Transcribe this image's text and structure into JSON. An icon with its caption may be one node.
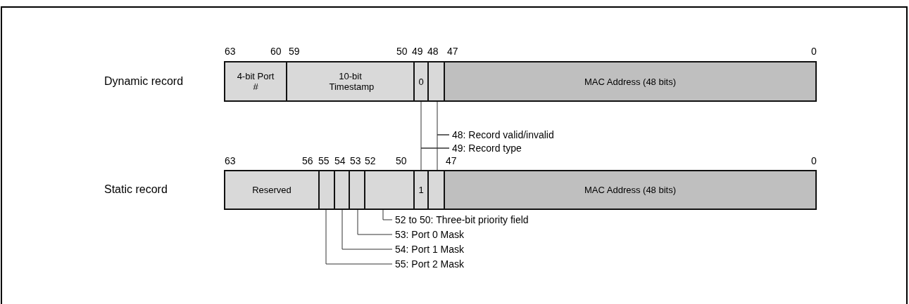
{
  "diagram": {
    "nodes": [
      {
        "text": [],
        "shape": "bar"
      },
      {
        "text": [
          "4-bit Port #"
        ],
        "in": 0
      },
      {
        "text": [
          "10-bit Timestamp"
        ],
        "in": 0
      },
      {
        "text": [
          "0"
        ],
        "in": 0
      },
      {
        "text": [],
        "shape": "box",
        "in": 0
      },
      {
        "text": [
          "MAC Address (48 bits)"
        ],
        "in": 0
      },
      {
        "text": [
          "48: Record valid/invalid"
        ]
      },
      {
        "text": [
          "49: Record type"
        ]
      },
      {
        "text": [],
        "shape": "bar"
      },
      {
        "text": [
          "Reserved"
        ],
        "in": 8
      },
      {
        "text": [],
        "shape": "box",
        "in": 8
      },
      {
        "text": [],
        "shape": "box",
        "in": 8
      },
      {
        "text": [],
        "shape": "box",
        "in": 8
      },
      {
        "text": [],
        "shape": "box",
        "in": 8
      },
      {
        "text": [
          "1"
        ],
        "in": 8
      },
      {
        "text": [],
        "shape": "box",
        "in": 8
      },
      {
        "text": [
          "MAC Address (48 bits)"
        ],
        "in": 8
      },
      {
        "text": [
          "52 to 50: Three-bit priority field"
        ]
      },
      {
        "text": [
          "53: Port 0 Mask"
        ]
      },
      {
        "text": [
          "54: Port 1 Mask"
        ]
      },
      {
        "text": [
          "55: Port 2 Mask"
        ]
      }
    ],
    "edges": [
      {
        "from": 6,
        "to": 4,
        "arrow": "none"
      },
      {
        "from": 6,
        "to": 15,
        "arrow": "none"
      },
      {
        "from": 7,
        "to": 3,
        "arrow": "none"
      },
      {
        "from": 7,
        "to": 14,
        "arrow": "none"
      },
      {
        "from": 17,
        "to": 13,
        "arrow": "none"
      },
      {
        "from": 18,
        "to": 12,
        "arrow": "none"
      },
      {
        "from": 19,
        "to": 11,
        "arrow": "none"
      },
      {
        "from": 20,
        "to": 10,
        "arrow": "none"
      }
    ],
    "labels": [
      "Dynamic record",
      "Static record",
      "63",
      "60",
      "59",
      "50",
      "49",
      "48",
      "47",
      "0",
      "63",
      "56",
      "55",
      "54",
      "53",
      "52",
      "50",
      "47",
      "0"
    ]
  }
}
